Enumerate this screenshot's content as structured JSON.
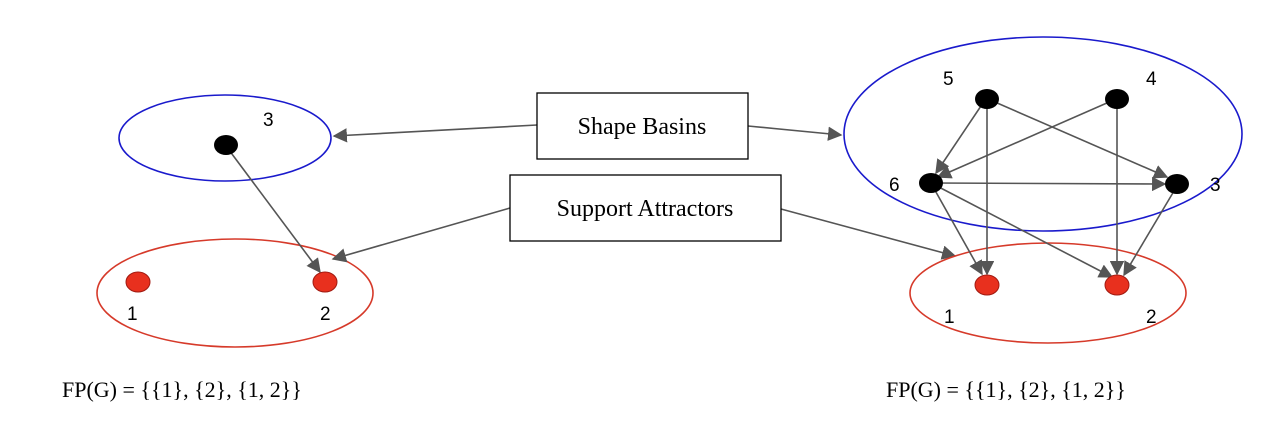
{
  "colors": {
    "basin_outline": "#1a1acc",
    "attractor_outline": "#d63a2a",
    "black_node": "#000000",
    "red_node": "#e8301e",
    "edge": "#555555"
  },
  "labels": {
    "shape_basins": "Shape Basins",
    "support_attractors": "Support Attractors"
  },
  "left_graph": {
    "basin_node_label": "3",
    "attractor_node_labels": [
      "1",
      "2"
    ],
    "formula": "FP(G) = {{1}, {2}, {1, 2}}"
  },
  "right_graph": {
    "basin_node_labels": [
      "5",
      "4",
      "6",
      "3"
    ],
    "attractor_node_labels": [
      "1",
      "2"
    ],
    "formula": "FP(G) = {{1}, {2}, {1, 2}}"
  }
}
